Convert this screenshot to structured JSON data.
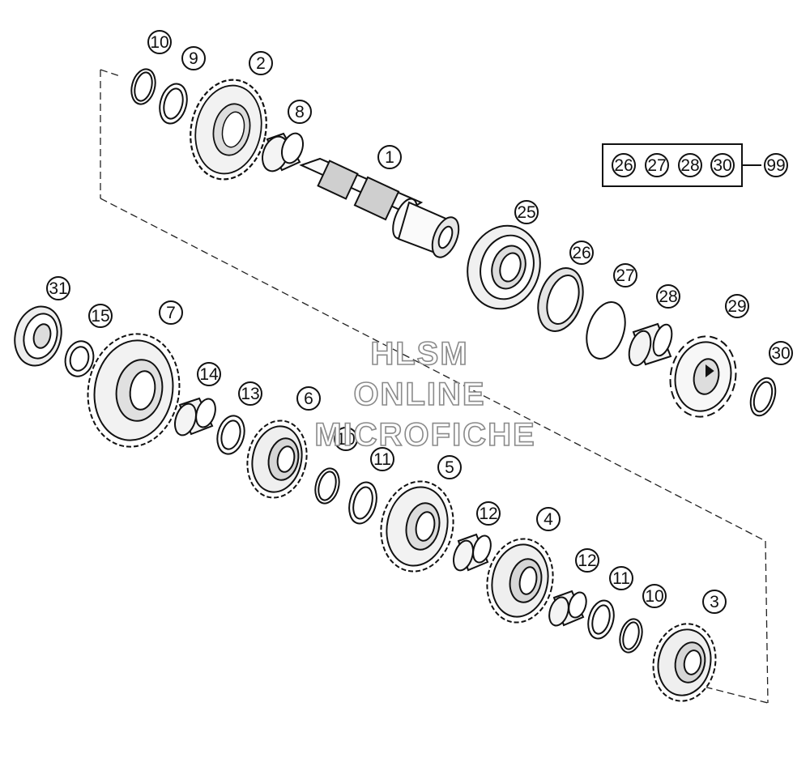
{
  "callouts": {
    "c1": "1",
    "c2": "2",
    "c3": "3",
    "c4": "4",
    "c5": "5",
    "c6": "6",
    "c7": "7",
    "c8": "8",
    "c9": "9",
    "c10a": "10",
    "c10b": "10",
    "c10c": "10",
    "c11a": "11",
    "c11b": "11",
    "c12a": "12",
    "c12b": "12",
    "c13": "13",
    "c14": "14",
    "c15": "15",
    "c25": "25",
    "c26": "26",
    "c27": "27",
    "c28": "28",
    "c29": "29",
    "c30": "30",
    "c31": "31"
  },
  "kit": {
    "items": [
      "26",
      "27",
      "28",
      "30"
    ],
    "result": "99"
  },
  "watermark": {
    "line1": "HLSM",
    "line2": "ONLINE",
    "line3": "MICROFICHE"
  }
}
